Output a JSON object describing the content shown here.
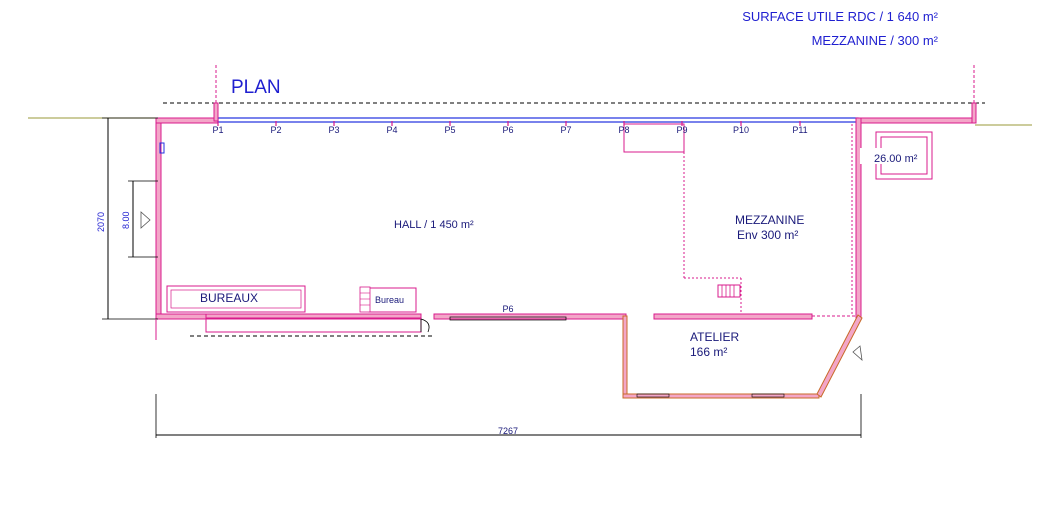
{
  "header": {
    "surface_rdc": "SURFACE UTILE RDC  / 1 640 m²",
    "mezzanine_surface": "MEZZANINE  /    300 m²"
  },
  "plan": {
    "title": "PLAN",
    "pillars": [
      "P1",
      "P2",
      "P3",
      "P4",
      "P5",
      "P6",
      "P7",
      "P8",
      "P9",
      "P10",
      "P11"
    ],
    "bottom_pillar": "P6",
    "rooms": {
      "hall": "HALL / 1 450 m²",
      "mezzanine_title": "MEZZANINE",
      "mezzanine_env": "Env 300 m²",
      "atelier_title": "ATELIER",
      "atelier_area": "166 m²",
      "bureaux": "BUREAUX",
      "bureau": "Bureau",
      "annex": "26.00 m²"
    },
    "dimensions": {
      "total_width": "7267",
      "total_depth": "2070",
      "door_width": "8.00"
    }
  },
  "colors": {
    "wall": "#d81b8c",
    "wall_fill": "#f3a6c8",
    "blue_line": "#2030e0",
    "dimension": "#111111",
    "text_blue": "#1f1fd0"
  }
}
